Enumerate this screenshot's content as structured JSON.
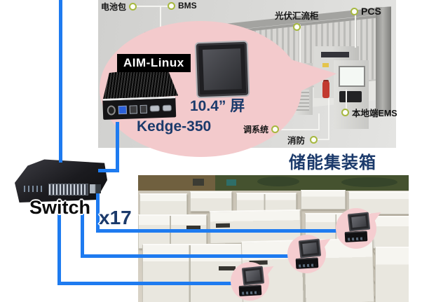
{
  "colors": {
    "connector_blue": "#1E7BF0",
    "heading_navy": "#1B3A6B",
    "highlight_pink": "#F3CACC",
    "os_badge_bg": "#000000",
    "os_badge_text": "#FFFFFF",
    "marker_ring_green": "#A6B83F",
    "diagram_panel_gray": "#D9D9D7"
  },
  "container_diagram": {
    "component_labels": {
      "battery_pack": "电池包",
      "bms": "BMS",
      "pv_combiner_cabinet": "光伏汇流柜",
      "pcs": "PCS",
      "local_ems": "本地端EMS",
      "hvac_system": "调系统",
      "fire_suppression": "消防"
    },
    "caption": "储能集装箱"
  },
  "edge_device": {
    "os_badge": "AIM-Linux",
    "display_label": "10.4” 屏",
    "model": "Kedge-350"
  },
  "network": {
    "switch_label": "Switch",
    "scale_label": "x17"
  },
  "icons": {
    "gateway": "kedge-gateway-icon",
    "panel_pc": "panel-pc-icon",
    "switch": "network-switch-icon",
    "marker": "green-ring-marker-icon"
  }
}
